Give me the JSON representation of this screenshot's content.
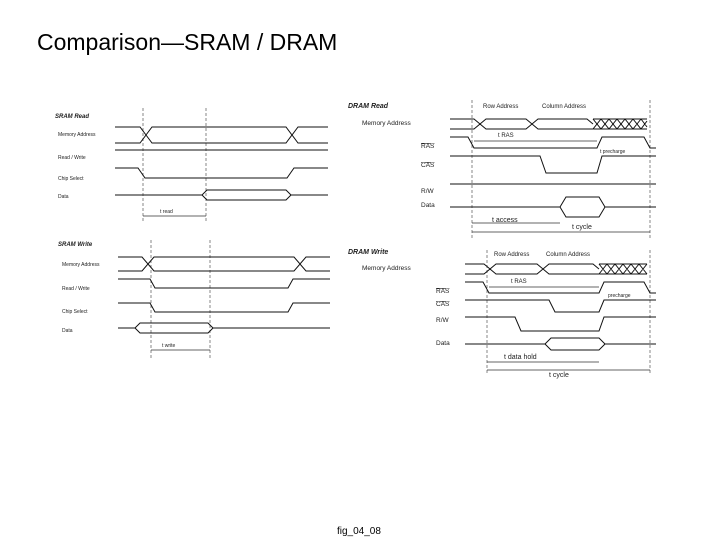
{
  "title": "Comparison—SRAM / DRAM",
  "caption": "fig_04_08",
  "sram_read": {
    "title": "SRAM Read",
    "signals": [
      "Memory Address",
      "Read / Write",
      "Chip Select",
      "Data"
    ],
    "timing": "t read"
  },
  "sram_write": {
    "title": "SRAM Write",
    "signals": [
      "Memory Address",
      "Read / Write",
      "Chip Select",
      "Data"
    ],
    "timing": "t write"
  },
  "dram_read": {
    "title": "DRAM Read",
    "signals": [
      "Memory Address",
      "RAS",
      "CAS",
      "R/W",
      "Data"
    ],
    "row_address": "Row Address",
    "column_address": "Column Address",
    "t_ras": "t RAS",
    "t_precharge": "t precharge",
    "t_access": "t access",
    "t_cycle": "t cycle"
  },
  "dram_write": {
    "title": "DRAM Write",
    "signals": [
      "Memory Address",
      "RAS",
      "CAS",
      "R/W",
      "Data"
    ],
    "row_address": "Row Address",
    "column_address": "Column Address",
    "t_ras": "t RAS",
    "t_precharge": "precharge",
    "t_data_hold": "t data hold",
    "t_cycle": "t cycle"
  }
}
